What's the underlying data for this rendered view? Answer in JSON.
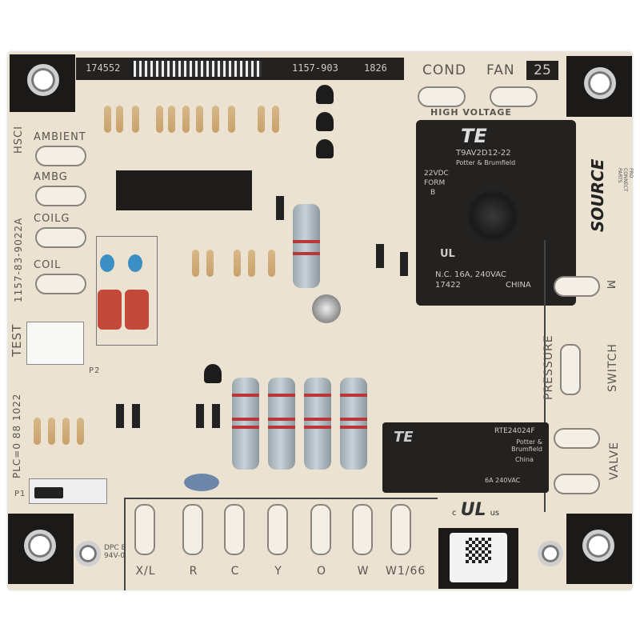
{
  "top_strip": {
    "serial": "174552",
    "part": "1157-903",
    "date": "1826"
  },
  "cond_fan": {
    "label": "COND",
    "label2": "FAN",
    "number": "25",
    "voltage": "HIGH VOLTAGE"
  },
  "main_relay": {
    "brand": "TE",
    "model": "T9AV2D12-22",
    "maker": "Potter & Brumfield",
    "coil": "22VDC",
    "form": "FORM",
    "form_type": "B",
    "rating": "N.C. 16A, 240VAC",
    "code": "17422",
    "origin": "CHINA",
    "cert": "UL"
  },
  "source_logo": {
    "name": "SOURCE",
    "tagline": "PRO CONNECT PARTS"
  },
  "left_labels": {
    "hsci": "HSCI",
    "part_number": "1157-83-9022A",
    "test": "TEST",
    "plc": "PLC=0 88 1022",
    "pads": [
      "AMBIENT",
      "AMBG",
      "COILG",
      "COIL"
    ],
    "p1": "P1",
    "p2": "P2"
  },
  "right_labels": {
    "m": "M",
    "pressure": "PRESSURE",
    "switch": "SWITCH",
    "valve": "VALVE"
  },
  "small_relay": {
    "model": "RTE24024F",
    "maker": "Potter & Brumfield",
    "origin": "China",
    "rating": "6A 240VAC"
  },
  "ul_mark": {
    "c": "c",
    "ul": "UL",
    "us": "us"
  },
  "dpc": {
    "line1": "DPC E",
    "line2": "94V-0"
  },
  "terminals": [
    "X/L",
    "R",
    "C",
    "Y",
    "O",
    "W",
    "W1/66"
  ],
  "colors": {
    "board": "#ebe2d2",
    "relay": "#232221",
    "silkscreen": "#5a5550"
  }
}
